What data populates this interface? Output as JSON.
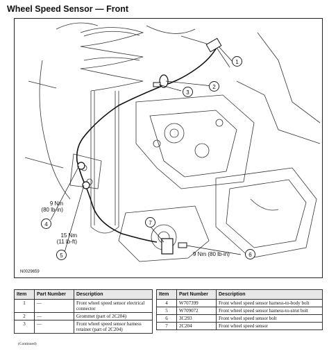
{
  "title": "Wheel Speed Sensor — Front",
  "figure": {
    "id": "N0029659",
    "torque_labels": [
      "9 Nm\n(80 lb-in)",
      "15 Nm\n(11 lb-ft)",
      "9 Nm (80 lb-in)"
    ],
    "callouts": [
      "1",
      "2",
      "3",
      "4",
      "5",
      "6",
      "7"
    ]
  },
  "table_headers": [
    "Item",
    "Part Number",
    "Description"
  ],
  "table_left": [
    {
      "item": "1",
      "part": "—",
      "desc": "Front wheel speed sensor electrical connector"
    },
    {
      "item": "2",
      "part": "—",
      "desc": "Grommet (part of 2C204)"
    },
    {
      "item": "3",
      "part": "—",
      "desc": "Front wheel speed sensor harness retainer (part of 2C204)"
    }
  ],
  "table_right": [
    {
      "item": "4",
      "part": "W707399",
      "desc": "Front wheel speed sensor harness-to-body bolt"
    },
    {
      "item": "5",
      "part": "W709072",
      "desc": "Front wheel speed sensor harness-to-strut bolt"
    },
    {
      "item": "6",
      "part": "3C293",
      "desc": "Front wheel speed sensor bolt"
    },
    {
      "item": "7",
      "part": "2C204",
      "desc": "Front wheel speed sensor"
    }
  ],
  "continued": "(Continued)"
}
